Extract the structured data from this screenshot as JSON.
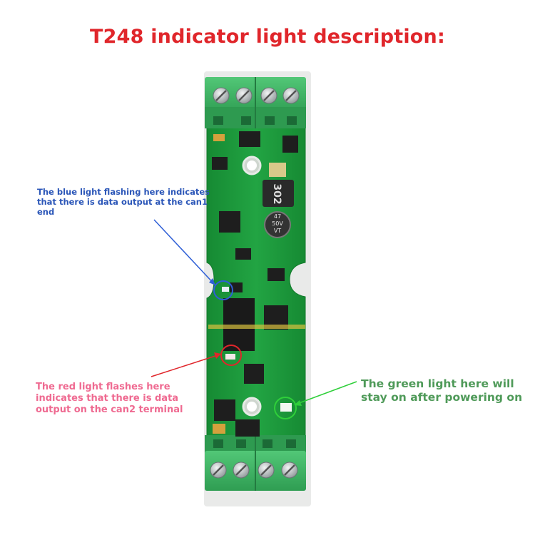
{
  "title": "T248 indicator light description:",
  "annotations": {
    "blue": "The blue light flashing here indicates that there is data output at the can1 end",
    "red": "The red light flashes here indicates that there is data output on the can2 terminal",
    "green": "The green light here will stay on after powering on"
  },
  "components": {
    "inductor_label": "302",
    "capacitor_label_1": "47",
    "capacitor_label_2": "50V",
    "capacitor_label_3": "VT"
  },
  "colors": {
    "title": "#e0262b",
    "blue": "#2b56b8",
    "red": "#ef6a91",
    "green": "#4f9a59",
    "pcb": "#1f9b3c",
    "terminal": "#3db463"
  }
}
